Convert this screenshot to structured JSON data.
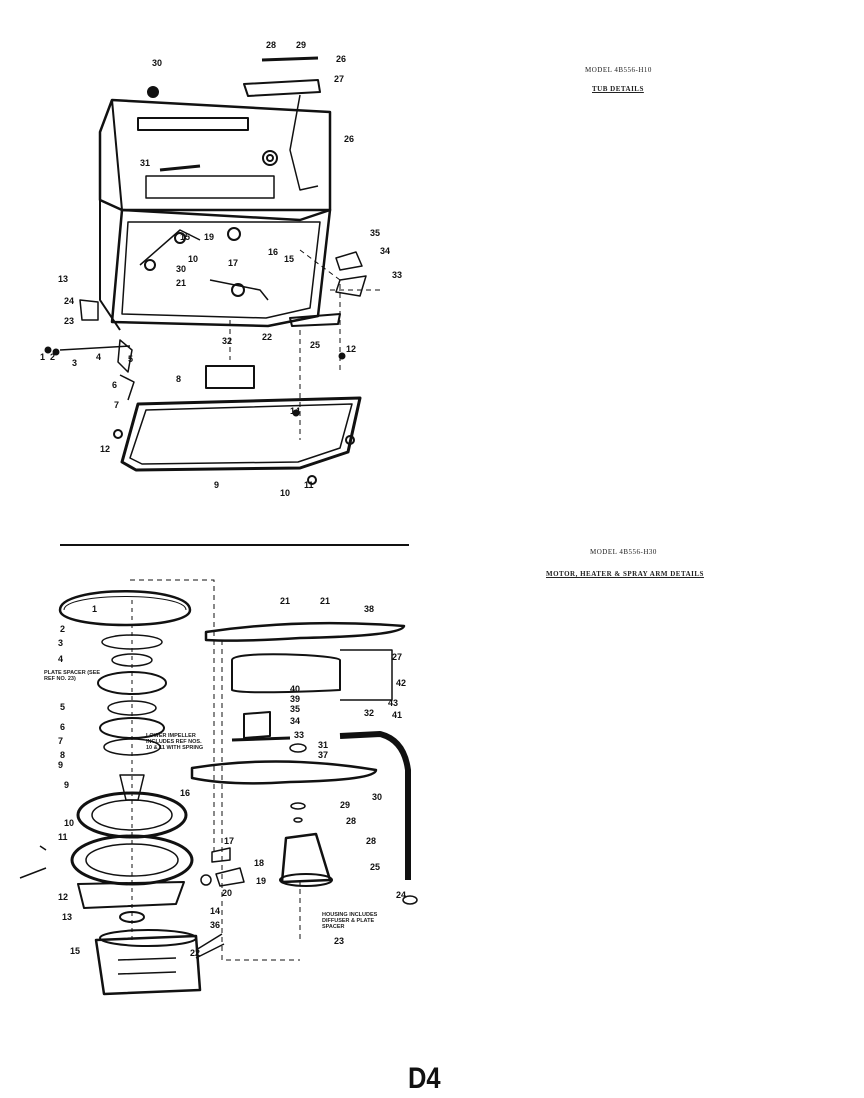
{
  "upper": {
    "model": "MODEL 4B556-H10",
    "title": "TUB DETAILS"
  },
  "lower": {
    "model": "MODEL 4B556-H30",
    "title": "MOTOR, HEATER & SPRAY ARM DETAILS"
  },
  "notes": {
    "plate_spacer": "PLATE SPACER (SEE REF NO. 23)",
    "lower_impeller": "LOWER IMPELLER INCLUDES REF NOS. 10 & 11 WITH SPRING",
    "housing": "HOUSING INCLUDES DIFFUSER & PLATE SPACER"
  },
  "page_number": "D4",
  "upper_callouts": [
    "30",
    "28",
    "29",
    "26",
    "27",
    "26",
    "31",
    "19",
    "15",
    "10",
    "30",
    "21",
    "17",
    "16",
    "15",
    "35",
    "34",
    "33",
    "13",
    "24",
    "23",
    "32",
    "22",
    "25",
    "12",
    "1",
    "2",
    "3",
    "4",
    "5",
    "6",
    "7",
    "8",
    "14",
    "12",
    "9",
    "11",
    "10"
  ],
  "lower_callouts": [
    "1",
    "2",
    "3",
    "4",
    "5",
    "6",
    "7",
    "8",
    "9",
    "9",
    "10",
    "11",
    "12",
    "13",
    "14",
    "15",
    "16",
    "17",
    "18",
    "19",
    "20",
    "21",
    "21",
    "38",
    "27",
    "42",
    "43",
    "41",
    "40",
    "39",
    "35",
    "34",
    "33",
    "32",
    "31",
    "37",
    "30",
    "29",
    "28",
    "28",
    "25",
    "24",
    "23",
    "36",
    "22"
  ]
}
